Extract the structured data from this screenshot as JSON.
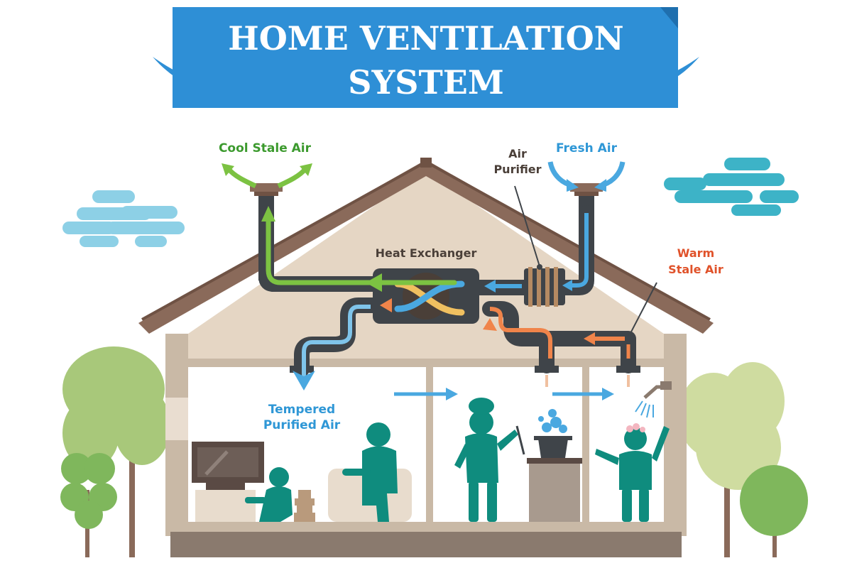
{
  "title": {
    "line1": "HOME VENTILATION",
    "line2": "SYSTEM"
  },
  "labels": {
    "cool_stale_air": "Cool Stale Air",
    "air_purifier_1": "Air",
    "air_purifier_2": "Purifier",
    "fresh_air": "Fresh Air",
    "heat_exchanger": "Heat Exchanger",
    "warm_stale_air_1": "Warm",
    "warm_stale_air_2": "Stale Air",
    "tempered_1": "Tempered",
    "tempered_2": "Purified Air"
  },
  "colors": {
    "banner": "#2e8fd6",
    "banner_dark": "#1f6fae",
    "green_air": "#7cc242",
    "green_label": "#3c9a2e",
    "blue_air": "#4aa8e0",
    "blue_label": "#2f97d6",
    "orange_air": "#f0844a",
    "red_label": "#e0522a",
    "dark_label": "#4a3f38",
    "duct": "#3f4449",
    "roof": "#8a6a5a",
    "wall": "#c9b9a6",
    "attic": "#e5d6c4",
    "interior": "#ffffff",
    "people": "#0f8c7e",
    "tree_light": "#a8c87a",
    "tree_mid": "#7fb75c",
    "cloud_blue": "#7fc9e3",
    "cloud_teal": "#3db3c7"
  }
}
